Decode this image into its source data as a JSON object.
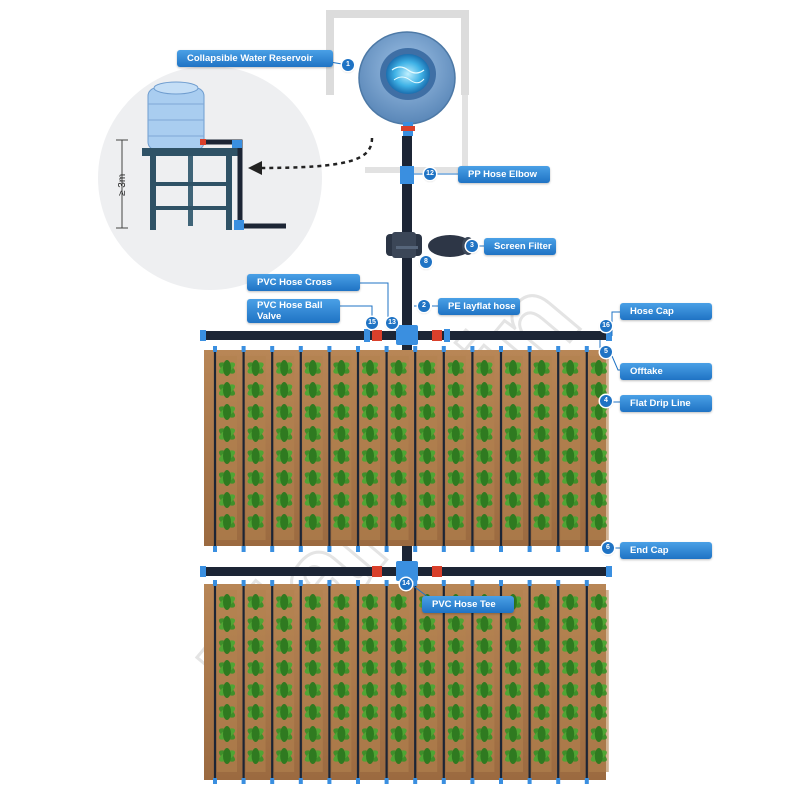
{
  "labels": {
    "reservoir": "Collapsible Water Reservoir",
    "elbow": "PP Hose Elbow",
    "filter": "Screen Filter",
    "cross": "PVC Hose Cross",
    "ballvalve": "PVC Hose Ball Valve",
    "layflat": "PE layflat hose",
    "hosecap": "Hose Cap",
    "offtake": "Offtake",
    "dripline": "Flat Drip Line",
    "endcap": "End Cap",
    "tee": "PVC Hose Tee",
    "height": "≥ 3m"
  },
  "numbers": {
    "reservoir": "1",
    "layflat": "2",
    "filter": "3",
    "dripline": "4",
    "offtake": "5",
    "endcap": "6",
    "filter_valve": "8",
    "elbow": "12",
    "cross": "13",
    "tee": "14",
    "ballvalve": "15",
    "hosecap": "16"
  },
  "watermark": "Plantrain",
  "colors": {
    "label_bg": "#2b84d6",
    "pipe": "#1c2535",
    "soil": "#a9744a",
    "plant": "#3f8f2a",
    "fitting": "#3a8fe0",
    "valve": "#d9402b"
  }
}
